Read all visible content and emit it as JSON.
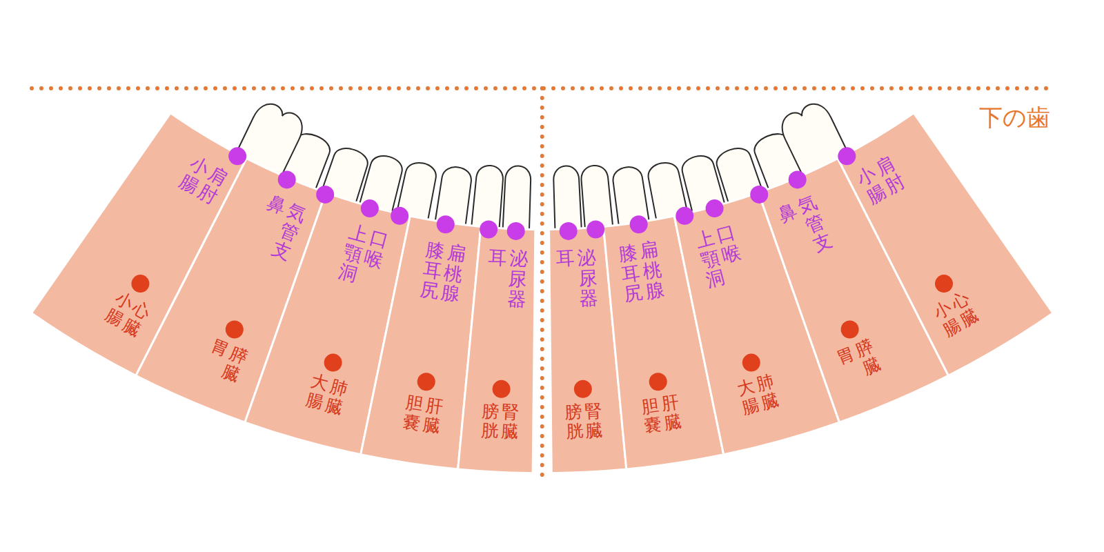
{
  "diagram": {
    "nodes": [
      {
        "text": [
          "肩肘",
          "小腸",
          "心臓",
          "小腸"
        ]
      },
      {
        "text": [
          "気管支",
          "鼻",
          "膵臓",
          "胃"
        ]
      },
      {
        "text": [
          "口喉",
          "上顎洞",
          "肺臓",
          "大腸"
        ]
      },
      {
        "text": [
          "扁桃腺",
          "膝耳尻",
          "肝臓",
          "胆嚢"
        ]
      },
      {
        "text": [
          "泌尿器",
          "耳",
          "腎臓",
          "膀胱"
        ]
      },
      {
        "text": [
          "泌尿器",
          "耳",
          "腎臓",
          "膀胱"
        ]
      },
      {
        "text": [
          "扁桃腺",
          "膝耳尻",
          "肝臓",
          "胆嚢"
        ]
      },
      {
        "text": [
          "口喉",
          "上顎洞",
          "肺臓",
          "大腸"
        ]
      },
      {
        "text": [
          "気管支",
          "鼻",
          "膵臓",
          "胃"
        ]
      },
      {
        "text": [
          "肩肘",
          "小腸",
          "心臓",
          "小腸"
        ]
      }
    ],
    "labels": [
      "下の歯"
    ]
  }
}
